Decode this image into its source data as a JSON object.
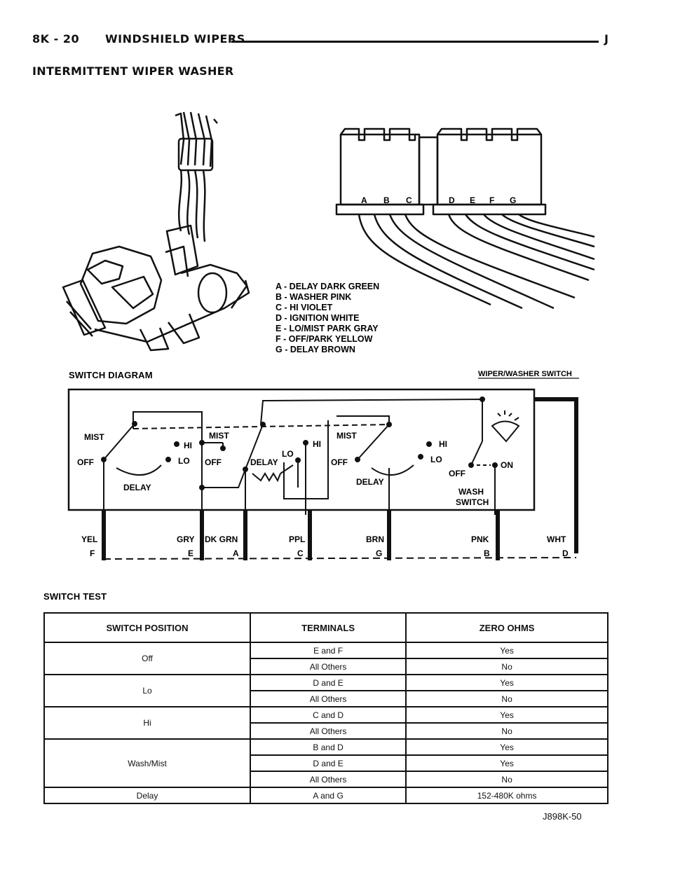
{
  "header": {
    "section": "8K - 20",
    "title": "WINDSHIELD WIPERS",
    "right": "J"
  },
  "subtitle": "INTERMITTENT WIPER WASHER",
  "connector": {
    "pins_left": [
      "A",
      "B",
      "C"
    ],
    "pins_right": [
      "D",
      "E",
      "F",
      "G"
    ]
  },
  "legend": [
    "A - DELAY DARK GREEN",
    "B - WASHER PINK",
    "C - HI VIOLET",
    "D - IGNITION WHITE",
    "E - LO/MIST PARK GRAY",
    "F - OFF/PARK YELLOW",
    "G - DELAY BROWN"
  ],
  "switch_diagram": {
    "title": "SWITCH DIAGRAM",
    "right_title": "WIPER/WASHER SWITCH",
    "labels": {
      "mist": "MIST",
      "off": "OFF",
      "hi": "HI",
      "lo": "LO",
      "delay": "DELAY",
      "wash1": "WASH",
      "wash2": "SWITCH",
      "on": "ON"
    },
    "wire_colors": [
      "YEL",
      "GRY",
      "DK GRN",
      "PPL",
      "BRN",
      "PNK",
      "WHT"
    ],
    "wire_terminals": [
      "F",
      "E",
      "A",
      "C",
      "G",
      "B",
      "D"
    ]
  },
  "switch_test": {
    "title": "SWITCH TEST",
    "headers": [
      "SWITCH POSITION",
      "TERMINALS",
      "ZERO OHMS"
    ],
    "groups": [
      {
        "position": "Off",
        "rows": [
          [
            "E and F",
            "Yes"
          ],
          [
            "All Others",
            "No"
          ]
        ]
      },
      {
        "position": "Lo",
        "rows": [
          [
            "D and E",
            "Yes"
          ],
          [
            "All Others",
            "No"
          ]
        ]
      },
      {
        "position": "Hi",
        "rows": [
          [
            "C and D",
            "Yes"
          ],
          [
            "All Others",
            "No"
          ]
        ]
      },
      {
        "position": "Wash/Mist",
        "rows": [
          [
            "B and D",
            "Yes"
          ],
          [
            "D and E",
            "Yes"
          ],
          [
            "All Others",
            "No"
          ]
        ]
      },
      {
        "position": "Delay",
        "rows": [
          [
            "A and G",
            "152-480K ohms"
          ]
        ]
      }
    ]
  },
  "figure_id": "J898K-50"
}
